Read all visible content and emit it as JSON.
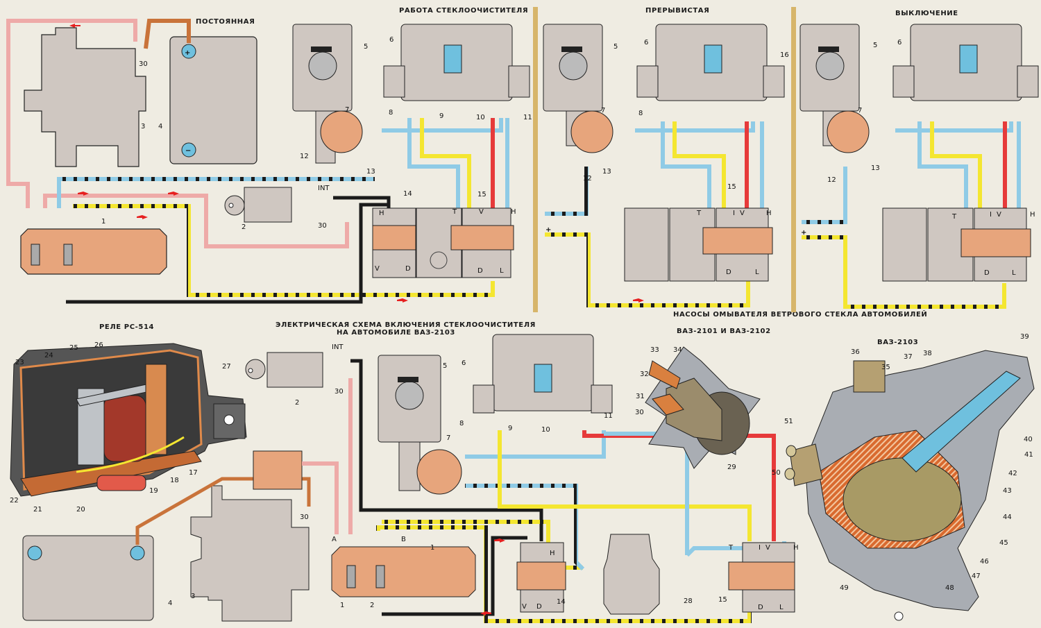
{
  "titles": {
    "constant": "ПОСТОЯННАЯ",
    "wiper_operation": "РАБОТА СТЕКЛООЧИСТИТЕЛЯ",
    "intermittent": "ПРЕРЫВИСТАЯ",
    "off": "ВЫКЛЮЧЕНИЕ",
    "relay": "РЕЛЕ РС-514",
    "scheme_line1": "ЭЛЕКТРИЧЕСКАЯ СХЕМА ВКЛЮЧЕНИЯ СТЕКЛООЧИСТИТЕЛЯ",
    "scheme_line2": "НА АВТОМОБИЛЕ ВАЗ-2103",
    "pumps": "НАСОСЫ ОМЫВАТЕЛЯ ВЕТРОВОГО СТЕКЛА АВТОМОБИЛЕЙ",
    "pump_2101": "ВАЗ-2101 И ВАЗ-2102",
    "pump_2103": "ВАЗ-2103"
  },
  "terminals": {
    "int": "INT",
    "t30": "30",
    "T": "T",
    "I": "I",
    "V": "V",
    "H": "H",
    "D": "D",
    "L": "L",
    "A": "A",
    "B": "B",
    "fuse1": "1",
    "fuse2": "2",
    "plus": "+"
  },
  "callouts": {
    "top_left": [
      "1",
      "2",
      "3",
      "4"
    ],
    "diagram1": [
      "5",
      "6",
      "7",
      "8",
      "9",
      "10",
      "11",
      "12",
      "13",
      "14",
      "15"
    ],
    "diagram2": [
      "5",
      "6",
      "7",
      "8",
      "12",
      "13",
      "15",
      "16"
    ],
    "diagram3": [
      "5",
      "6",
      "7",
      "12",
      "13"
    ],
    "relay": [
      "17",
      "18",
      "19",
      "20",
      "21",
      "22",
      "23",
      "24",
      "25",
      "26",
      "27"
    ],
    "bottom_scheme": [
      "1",
      "2",
      "3",
      "4",
      "5",
      "6",
      "7",
      "8",
      "9",
      "10",
      "11",
      "14",
      "15",
      "28"
    ],
    "pump_2101": [
      "29",
      "30",
      "31",
      "32",
      "33",
      "34"
    ],
    "pump_2103": [
      "35",
      "36",
      "37",
      "38",
      "39",
      "40",
      "41",
      "42",
      "43",
      "44",
      "45",
      "46",
      "47",
      "48",
      "49",
      "50",
      "51"
    ]
  },
  "colors": {
    "background": "#efece2",
    "component_gray": "#cfc7c1",
    "switch_orange": "#e7a57c",
    "wire_pink": "#eeaaa8",
    "wire_blue": "#8fcbe6",
    "wire_yellow": "#f4e631",
    "wire_red": "#e63a3a",
    "wire_black": "#1b1b1b",
    "wire_orange": "#c9733a",
    "arrow_red": "#e62020",
    "panel_divider": "#d7b56a"
  }
}
